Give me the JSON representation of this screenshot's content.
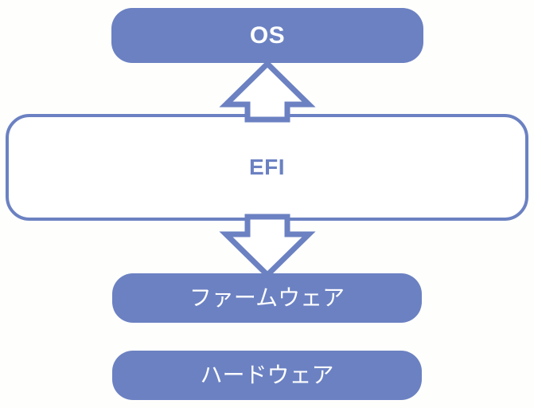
{
  "diagram": {
    "title": "EFI layer diagram",
    "background_color": "#fefefc",
    "accent_color": "#6b81c2",
    "nodes": [
      {
        "id": "os",
        "label": "OS",
        "style": "filled",
        "fill": "#6b81c2",
        "text_color": "#ffffff"
      },
      {
        "id": "efi",
        "label": "EFI",
        "style": "outline",
        "fill": "#ffffff",
        "border_color": "#6b81c2",
        "text_color": "#6b81c2"
      },
      {
        "id": "firmware",
        "label": "ファームウェア",
        "style": "filled",
        "fill": "#6b81c2",
        "text_color": "#ffffff"
      },
      {
        "id": "hardware",
        "label": "ハードウェア",
        "style": "filled",
        "fill": "#6b81c2",
        "text_color": "#ffffff"
      }
    ],
    "arrows": [
      {
        "id": "efi-to-os",
        "direction": "up",
        "from": "efi",
        "to": "os",
        "style": "block-arrow-outline",
        "stroke": "#6b81c2",
        "fill": "#ffffff"
      },
      {
        "id": "efi-to-firmware",
        "direction": "down",
        "from": "efi",
        "to": "firmware",
        "style": "block-arrow-outline",
        "stroke": "#6b81c2",
        "fill": "#ffffff"
      }
    ]
  }
}
